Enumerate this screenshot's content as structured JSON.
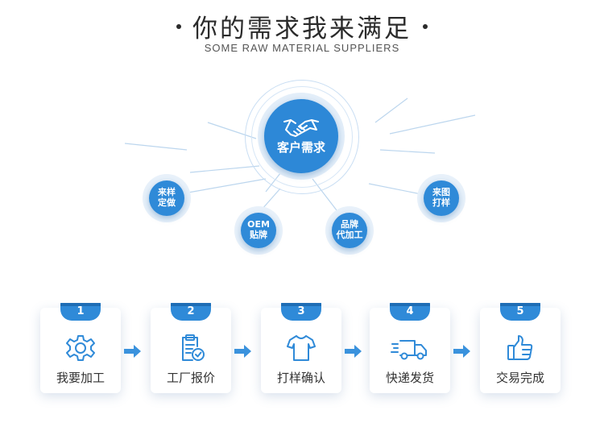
{
  "header": {
    "title": "你的需求我来满足",
    "subtitle": "SOME RAW MATERIAL SUPPLIERS"
  },
  "center": {
    "label": "客户需求",
    "icon": "handshake-icon"
  },
  "services": [
    {
      "line1": "来样",
      "line2": "定做"
    },
    {
      "line1": "OEM",
      "line2": "贴牌"
    },
    {
      "line1": "品牌",
      "line2": "代加工"
    },
    {
      "line1": "来图",
      "line2": "打样"
    }
  ],
  "steps": [
    {
      "number": "1",
      "label": "我要加工",
      "icon": "gear-icon"
    },
    {
      "number": "2",
      "label": "工厂报价",
      "icon": "clipboard-check-icon"
    },
    {
      "number": "3",
      "label": "打样确认",
      "icon": "tshirt-icon"
    },
    {
      "number": "4",
      "label": "快递发货",
      "icon": "delivery-truck-icon"
    },
    {
      "number": "5",
      "label": "交易完成",
      "icon": "thumbs-up-icon"
    }
  ],
  "colors": {
    "accent": "#2f8ad8",
    "accent_dark": "#1e6db5",
    "halo": "#e8f1fa",
    "text": "#333333"
  }
}
